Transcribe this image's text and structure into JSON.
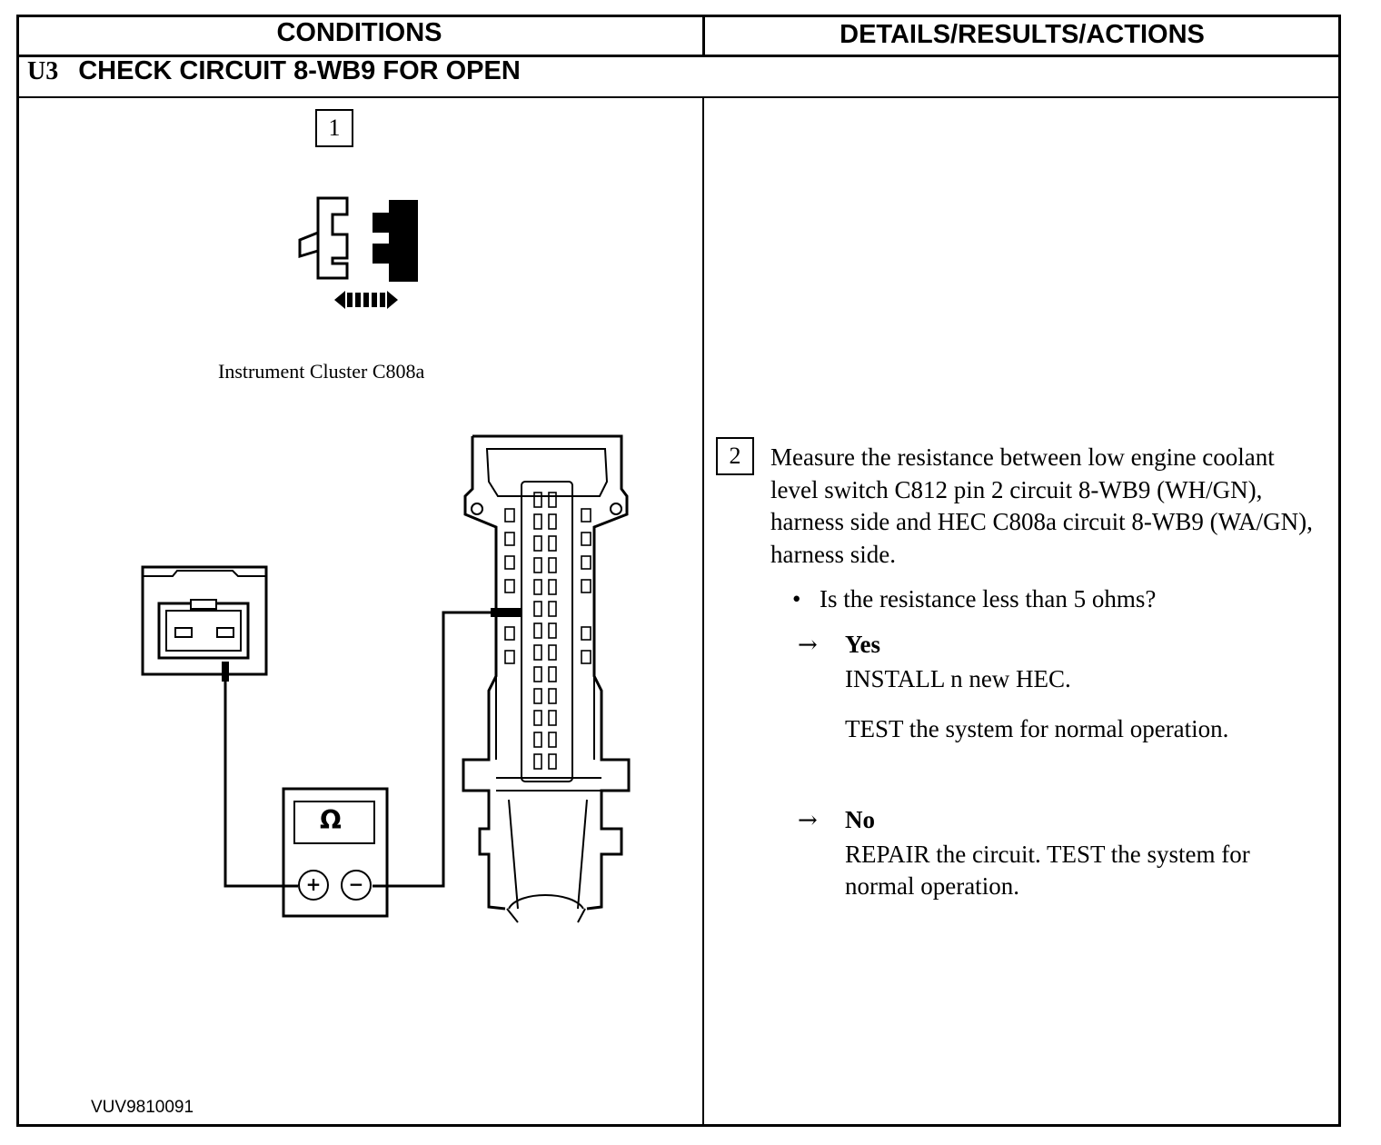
{
  "header": {
    "conditions": "CONDITIONS",
    "details": "DETAILS/RESULTS/ACTIONS"
  },
  "step": {
    "code": "U3",
    "title": "CHECK CIRCUIT 8-WB9 FOR OPEN"
  },
  "figure": {
    "step1_number": "1",
    "caption": "Instrument Cluster C808a",
    "meter_symbol": "Ω",
    "meter_plus": "+",
    "meter_minus": "−",
    "figure_id": "VUV9810091",
    "icons": [
      "connector-disconnect-icon",
      "double-arrow-icon",
      "ohmmeter-icon",
      "switch-connector-icon",
      "hec-connector-icon"
    ]
  },
  "details": {
    "step2_number": "2",
    "instruction": "Measure the resistance between low engine coolant level switch C812 pin 2 circuit 8-WB9 (WH/GN), harness side and HEC C808a circuit 8-WB9 (WA/GN), harness side.",
    "question": "Is the resistance less than 5 ohms?",
    "yes": {
      "label": "Yes",
      "action1": "INSTALL n new HEC.",
      "action2": "TEST the system for normal operation."
    },
    "no": {
      "label": "No",
      "action1": "REPAIR the circuit. TEST the system for normal operation."
    }
  }
}
